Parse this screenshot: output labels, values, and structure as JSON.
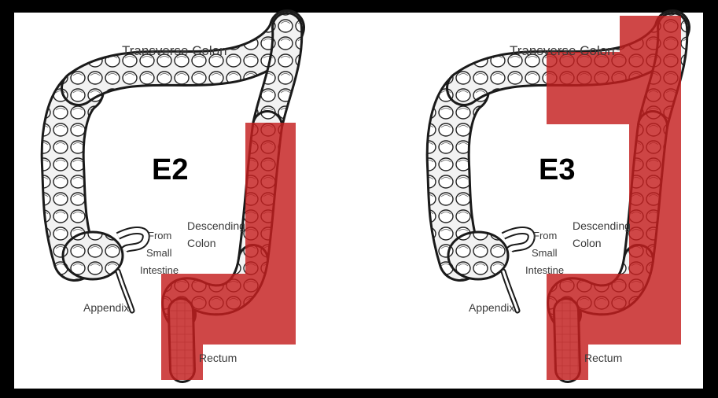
{
  "panels": [
    {
      "id": "e2",
      "title": "E2",
      "labels": {
        "transverse": "Transverse Colon",
        "descending_1": "Descending",
        "descending_2": "Colon",
        "small_1": "From",
        "small_2": "Small",
        "small_3": "Intestine",
        "appendix": "Appendix",
        "rectum": "Rectum"
      },
      "highlight": "descending colon, sigmoid colon and rectum"
    },
    {
      "id": "e3",
      "title": "E3",
      "labels": {
        "transverse": "Transverse Colon",
        "descending_1": "Descending",
        "descending_2": "Colon",
        "small_1": "From",
        "small_2": "Small",
        "small_3": "Intestine",
        "appendix": "Appendix",
        "rectum": "Rectum"
      },
      "highlight": "distal transverse colon, descending colon, sigmoid colon and rectum"
    }
  ],
  "colors": {
    "frame": "#000000",
    "background": "#ffffff",
    "highlight": "#c41f1f",
    "outline": "#1a1a1a"
  }
}
